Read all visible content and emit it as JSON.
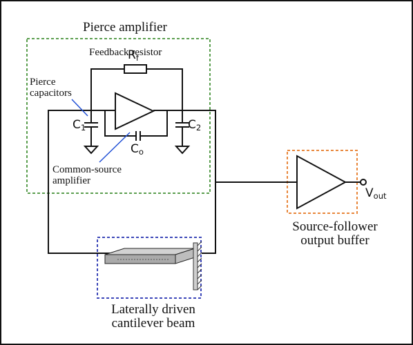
{
  "labels": {
    "pierce_amplifier": "Pierce amplifier",
    "feedback_resistor": "Feedback resistor",
    "rf_main": "R",
    "rf_sub": "f",
    "pierce_capacitors_1": "Pierce",
    "pierce_capacitors_2": "capacitors",
    "c1_main": "C",
    "c1_sub": "1",
    "c2_main": "C",
    "c2_sub": "2",
    "co_main": "C",
    "co_sub": "o",
    "common_source_1": "Common-source",
    "common_source_2": "amplifier",
    "vout_main": "V",
    "vout_sub": "out",
    "source_follower_1": "Source-follower",
    "source_follower_2": "output buffer",
    "cantilever_1": "Laterally driven",
    "cantilever_2": "cantilever beam"
  },
  "colors": {
    "wire": "#111111",
    "pierce_box": "#5a9e4e",
    "buffer_box": "#e8863a",
    "beam_box": "#3a45b8",
    "annotation": "#1f4fd6"
  }
}
